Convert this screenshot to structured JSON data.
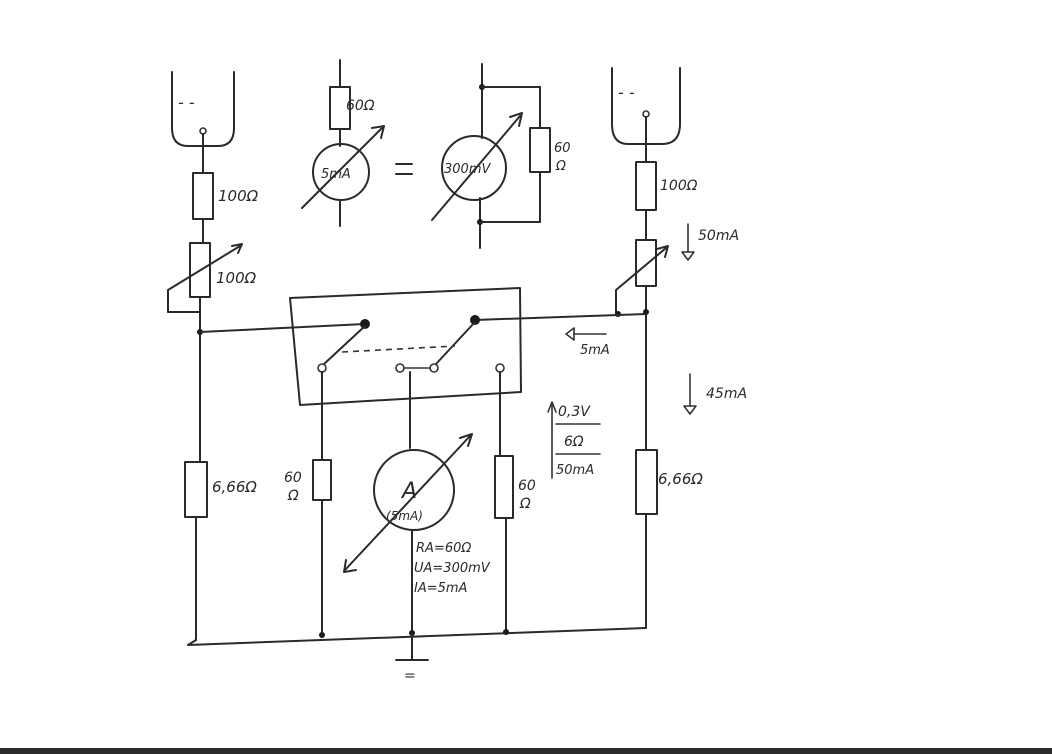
{
  "labels": {
    "r_left_series": "100Ω",
    "r_left_pot": "100Ω",
    "meter_series_r": "60Ω",
    "meter_ma": "5mA",
    "equals": "=",
    "meter_mv": "300mV",
    "meter_parallel_r_top": "60",
    "meter_parallel_r_bottom": "Ω",
    "r_right_series": "100Ω",
    "i_50": "50mA",
    "i_5": "5mA",
    "i_45": "45mA",
    "note_v": "0,3V",
    "note_r": "6Ω",
    "note_i": "50mA",
    "r_left_shunt": "6,66Ω",
    "r_mid_left_top": "60",
    "r_mid_left_bottom": "Ω",
    "ammeter_letter": "A",
    "ammeter_range": "(5mA)",
    "r_mid_right_top": "60",
    "r_mid_right_bottom": "Ω",
    "r_right_shunt": "6,66Ω",
    "spec_r": "RA=60Ω",
    "spec_u": "UA=300mV",
    "spec_i": "IA=5mA",
    "tube_left_sign": "- -",
    "tube_right_sign": "- -",
    "ground_sign": "="
  },
  "colors": {
    "ink": "#2a2a2a",
    "paper": "#ffffff"
  }
}
